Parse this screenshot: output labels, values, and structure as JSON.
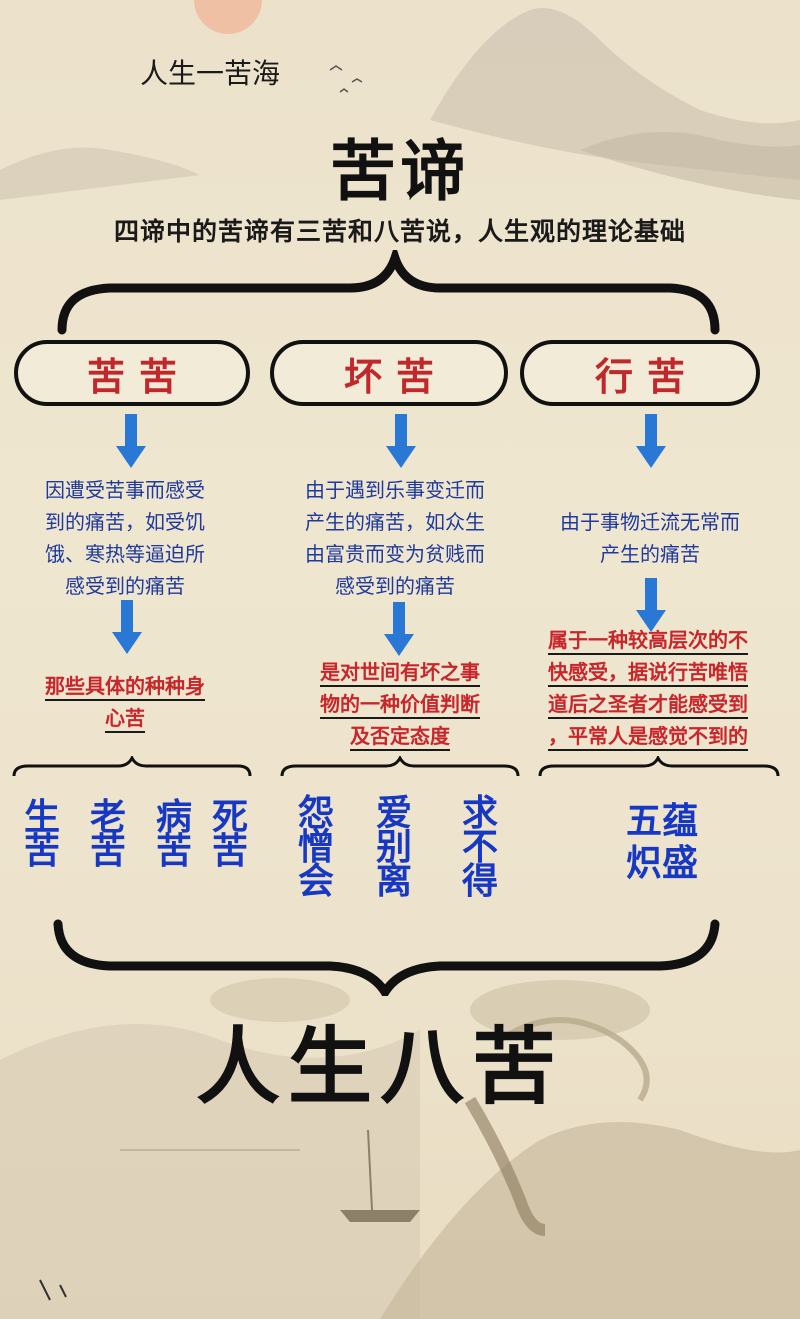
{
  "header": {
    "subtitle": "人生一苦海",
    "title": "苦谛",
    "intro": "四谛中的苦谛有三苦和八苦说，人生观的理论基础"
  },
  "three_sufferings": [
    {
      "label": "苦苦",
      "description": [
        "因遭受苦事而感受",
        "到的痛苦，如受饥",
        "饿、寒热等逼迫所",
        "感受到的痛苦"
      ],
      "note": [
        "那些具体的种种身",
        "心苦"
      ]
    },
    {
      "label": "坏苦",
      "description": [
        "由于遇到乐事变迁而",
        "产生的痛苦，如众生",
        "由富贵而变为贫贱而",
        "感受到的痛苦"
      ],
      "note": [
        "是对世间有坏之事",
        "物的一种价值判断",
        "及否定态度"
      ]
    },
    {
      "label": "行苦",
      "description": [
        "由于事物迁流无常而",
        "产生的痛苦"
      ],
      "note": [
        "属于一种较高层次的不",
        "快感受，据说行苦唯悟",
        "道后之圣者才能感受到",
        "，平常人是感觉不到的"
      ]
    }
  ],
  "eight_sufferings": {
    "group1": [
      "生苦",
      "老苦",
      "病苦",
      "死苦"
    ],
    "group2": [
      "怨憎会",
      "爱别离",
      "求不得"
    ],
    "group3": [
      "五蕴",
      "炽盛"
    ]
  },
  "footer": {
    "title": "人生八苦"
  },
  "colors": {
    "label_red": "#c0282c",
    "desc_blue": "#1f3a9c",
    "arrow_blue": "#2a78d6",
    "eight_blue": "#1638c4",
    "note_red": "#c8262b"
  }
}
